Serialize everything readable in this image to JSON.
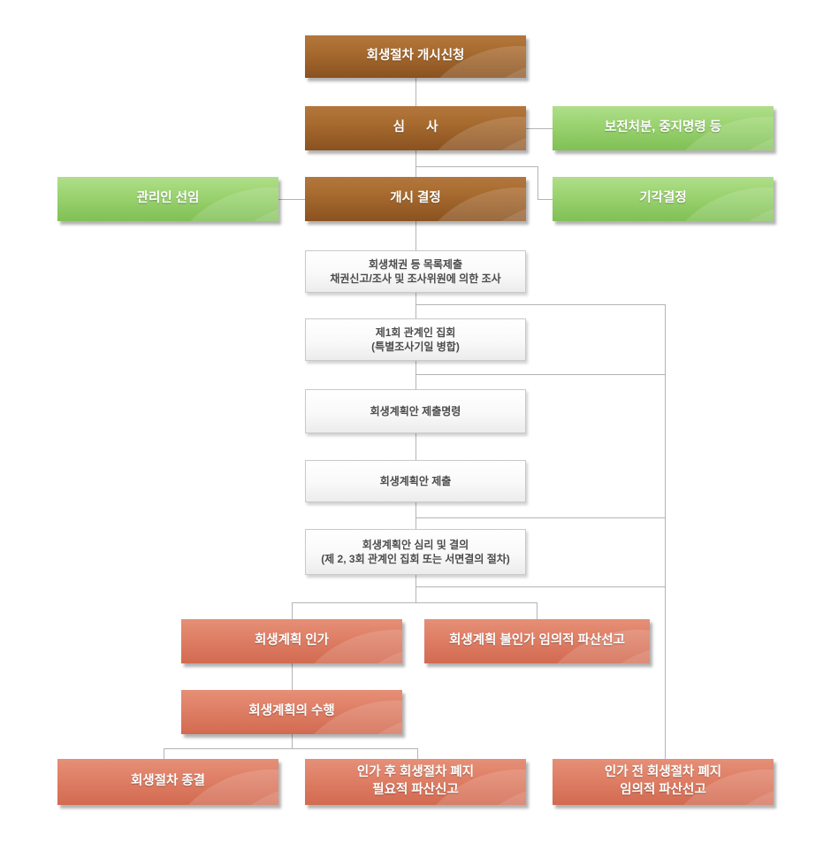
{
  "diagram": {
    "type": "flowchart",
    "language": "ko",
    "colors": {
      "brown_top": "#b3763c",
      "brown_bottom": "#8a5220",
      "green_top": "#b0df8a",
      "green_bottom": "#80c055",
      "salmon_top": "#e59077",
      "salmon_bottom": "#d26a50",
      "white_box_border": "#c9c9c9",
      "connector_line": "#b4b4b4",
      "text_on_color": "#ffffff",
      "text_on_white": "#4c4c4c",
      "background": "#ffffff"
    },
    "nodes": [
      {
        "id": "commencement-application",
        "type": "brown",
        "label": "회생절차 개시신청"
      },
      {
        "id": "examination",
        "type": "brown",
        "label": "심      사"
      },
      {
        "id": "preservation-order",
        "type": "green",
        "label": "보전처분, 중지명령 등"
      },
      {
        "id": "custodian-appointment",
        "type": "green",
        "label": "관리인 선임"
      },
      {
        "id": "commencement-decision",
        "type": "brown",
        "label": "개시 결정"
      },
      {
        "id": "dismissal-decision",
        "type": "green",
        "label": "기각결정"
      },
      {
        "id": "claims-list-submission",
        "type": "white",
        "label": "회생채권 등 목록제출\n채권신고/조사 및 조사위원에 의한 조사"
      },
      {
        "id": "first-stakeholders-meeting",
        "type": "white",
        "label": "제1회 관계인 집회\n(특별조사기일 병합)"
      },
      {
        "id": "plan-submission-order",
        "type": "white",
        "label": "회생계획안 제출명령"
      },
      {
        "id": "plan-submission",
        "type": "white",
        "label": "회생계획안 제출"
      },
      {
        "id": "plan-review-resolution",
        "type": "white",
        "label": "회생계획안 심리 및 결의\n(제 2, 3회 관계인 집회 또는 서면결의 절차)"
      },
      {
        "id": "plan-approval",
        "type": "salmon",
        "label": "회생계획 인가"
      },
      {
        "id": "plan-disapproval",
        "type": "salmon",
        "label": "회생계획 불인가 임의적 파산선고"
      },
      {
        "id": "plan-execution",
        "type": "salmon",
        "label": "회생계획의 수행"
      },
      {
        "id": "procedure-closure",
        "type": "salmon",
        "label": "회생절차 종결"
      },
      {
        "id": "discontinuation-after-approval",
        "type": "salmon",
        "label": "인가 후 회생절차 폐지\n필요적 파산신고"
      },
      {
        "id": "discontinuation-before-approval",
        "type": "salmon",
        "label": "인가 전 회생절차 폐지\n임의적 파산선고"
      }
    ]
  }
}
